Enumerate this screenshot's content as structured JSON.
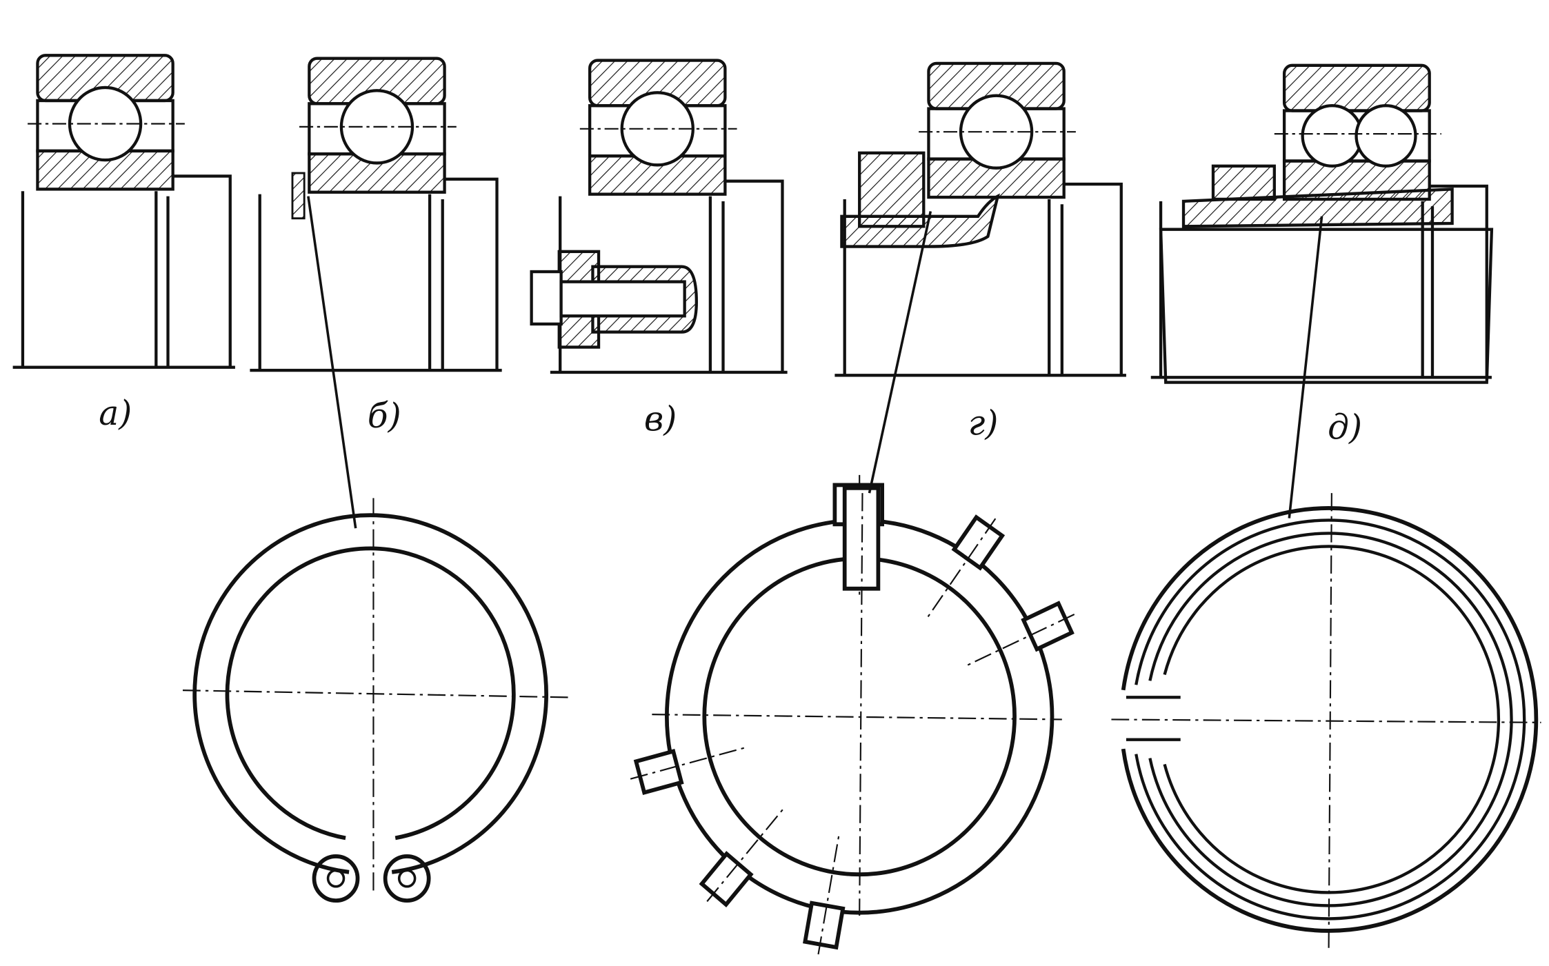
{
  "figure": {
    "labels": [
      "а)",
      "б)",
      "в)",
      "г)",
      "д)"
    ]
  },
  "colors": {
    "ink": "#111111",
    "paper": "#ffffff"
  }
}
